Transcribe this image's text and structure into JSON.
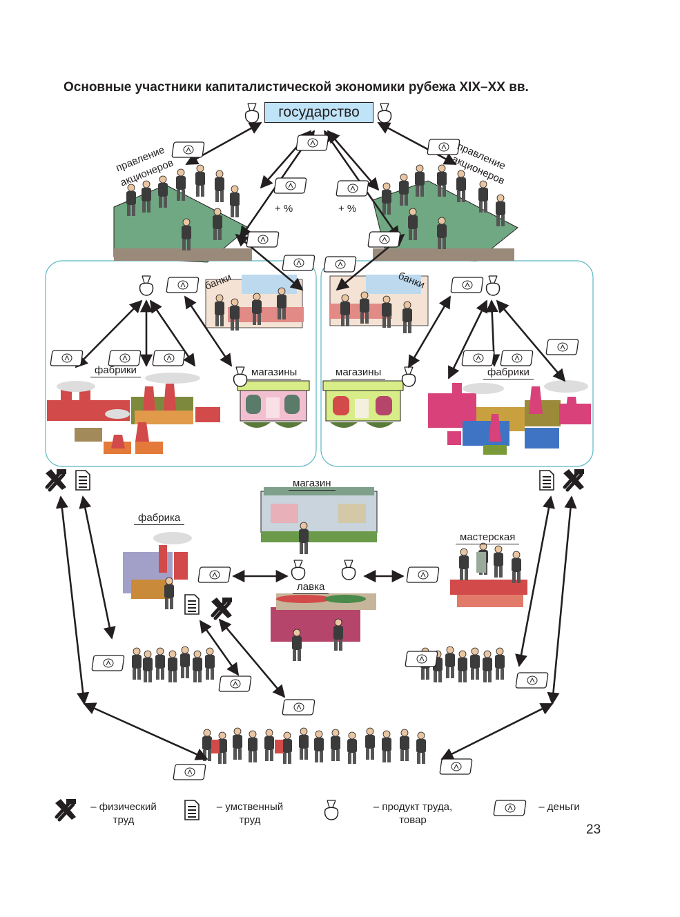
{
  "title": "Основные участники капиталистической экономики рубежа XIX–XX вв.",
  "state": "государство",
  "labels": {
    "board_left_1": "правление",
    "board_left_2": "акционеров",
    "board_right_1": "правление",
    "board_right_2": "акционеров",
    "percent_left": "+ %",
    "percent_right": "+ %",
    "banks_left": "банки",
    "banks_right": "банки",
    "factories_left": "фабрики",
    "factories_right": "фабрики",
    "shops_left": "магазины",
    "shops_right": "магазины",
    "shop": "магазин",
    "factory": "фабрика",
    "workshop": "мастерская",
    "stall": "лавка"
  },
  "legend": {
    "physical": "– физический труд",
    "mental": "– умственный труд",
    "product": "– продукт труда, товар",
    "money": "– деньги"
  },
  "page_number": "23",
  "colors": {
    "state_box": "#bfe3f7",
    "region_border": "#58b8c4",
    "arrow": "#231f20",
    "table_green": "#5f9c74",
    "factory_red": "#d24a4a",
    "factory_pink": "#d8417a",
    "shop_pink": "#f2bfd0",
    "shop_green": "#d8ec88"
  }
}
